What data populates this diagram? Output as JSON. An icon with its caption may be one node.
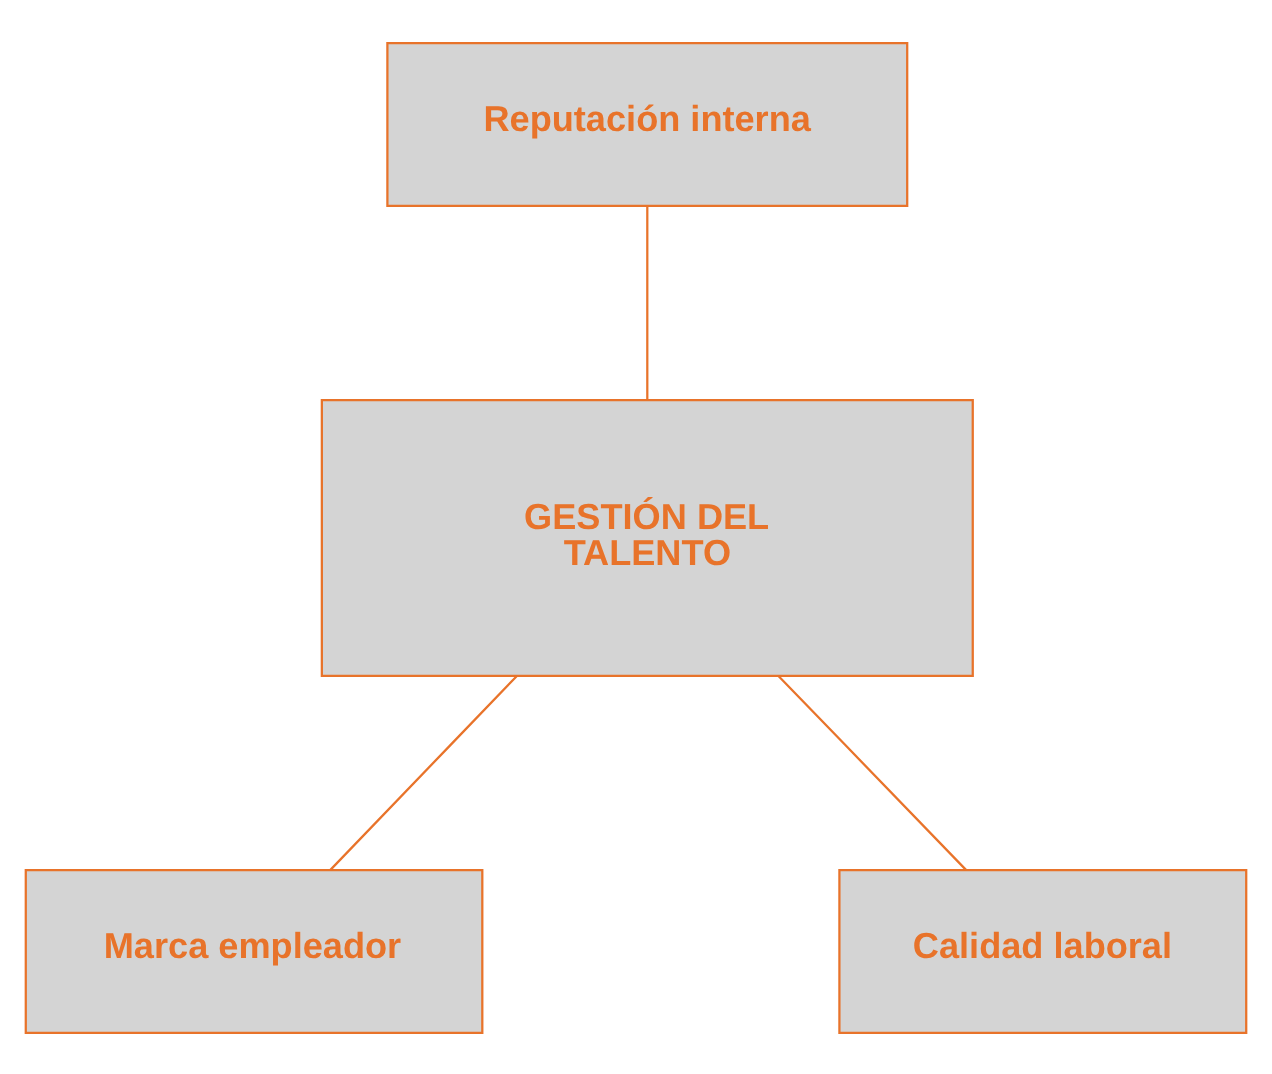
{
  "diagram": {
    "nodes": [
      {
        "text": [
          "Reputación interna"
        ]
      },
      {
        "text": [
          "GESTIÓN DEL TALENTO"
        ]
      },
      {
        "text": [
          "Marca empleador"
        ]
      },
      {
        "text": [
          "Calidad laboral"
        ]
      }
    ],
    "edges": [
      {
        "from": 0,
        "to": 1,
        "arrow": "none"
      },
      {
        "from": 1,
        "to": 2,
        "arrow": "none"
      },
      {
        "from": 1,
        "to": 3,
        "arrow": "none"
      }
    ]
  }
}
